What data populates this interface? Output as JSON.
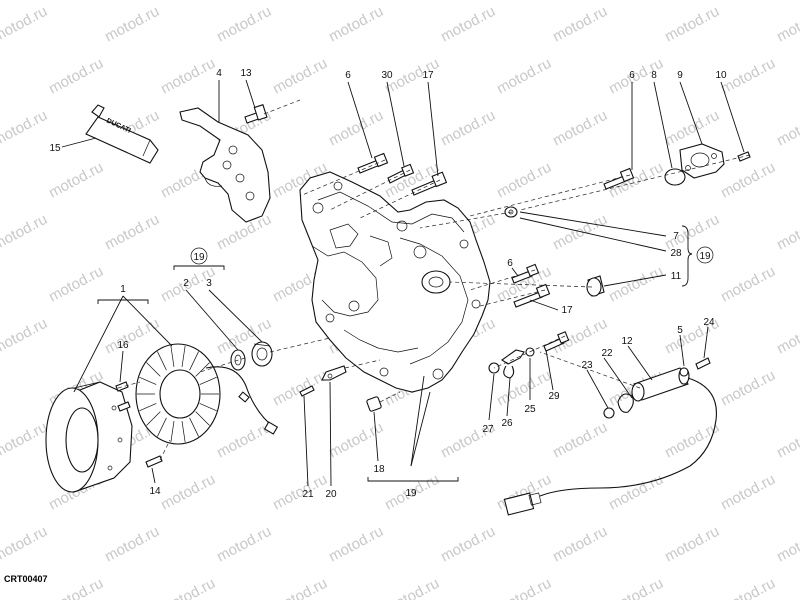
{
  "watermark": "motod.ru",
  "drawing_code": "CRT00407",
  "callouts": [
    {
      "id": "c4",
      "text": "4"
    },
    {
      "id": "c13",
      "text": "13"
    },
    {
      "id": "c6a",
      "text": "6"
    },
    {
      "id": "c30",
      "text": "30"
    },
    {
      "id": "c17a",
      "text": "17"
    },
    {
      "id": "c6b",
      "text": "6"
    },
    {
      "id": "c8",
      "text": "8"
    },
    {
      "id": "c9",
      "text": "9"
    },
    {
      "id": "c10",
      "text": "10"
    },
    {
      "id": "c15",
      "text": "15"
    },
    {
      "id": "c19a",
      "text": "19"
    },
    {
      "id": "c2",
      "text": "2"
    },
    {
      "id": "c3",
      "text": "3"
    },
    {
      "id": "c1",
      "text": "1"
    },
    {
      "id": "c16",
      "text": "16"
    },
    {
      "id": "c14",
      "text": "14"
    },
    {
      "id": "c7",
      "text": "7"
    },
    {
      "id": "c28",
      "text": "28"
    },
    {
      "id": "c19c",
      "text": "19"
    },
    {
      "id": "c11",
      "text": "11"
    },
    {
      "id": "c6c",
      "text": "6"
    },
    {
      "id": "c17b",
      "text": "17"
    },
    {
      "id": "c5",
      "text": "5"
    },
    {
      "id": "c24",
      "text": "24"
    },
    {
      "id": "c12",
      "text": "12"
    },
    {
      "id": "c22",
      "text": "22"
    },
    {
      "id": "c23",
      "text": "23"
    },
    {
      "id": "c29",
      "text": "29"
    },
    {
      "id": "c25",
      "text": "25"
    },
    {
      "id": "c26",
      "text": "26"
    },
    {
      "id": "c27",
      "text": "27"
    },
    {
      "id": "c18",
      "text": "18"
    },
    {
      "id": "c19b",
      "text": "19"
    },
    {
      "id": "c21",
      "text": "21"
    },
    {
      "id": "c20",
      "text": "20"
    }
  ],
  "icons": {
    "tube_logo": "ducati-logo"
  }
}
